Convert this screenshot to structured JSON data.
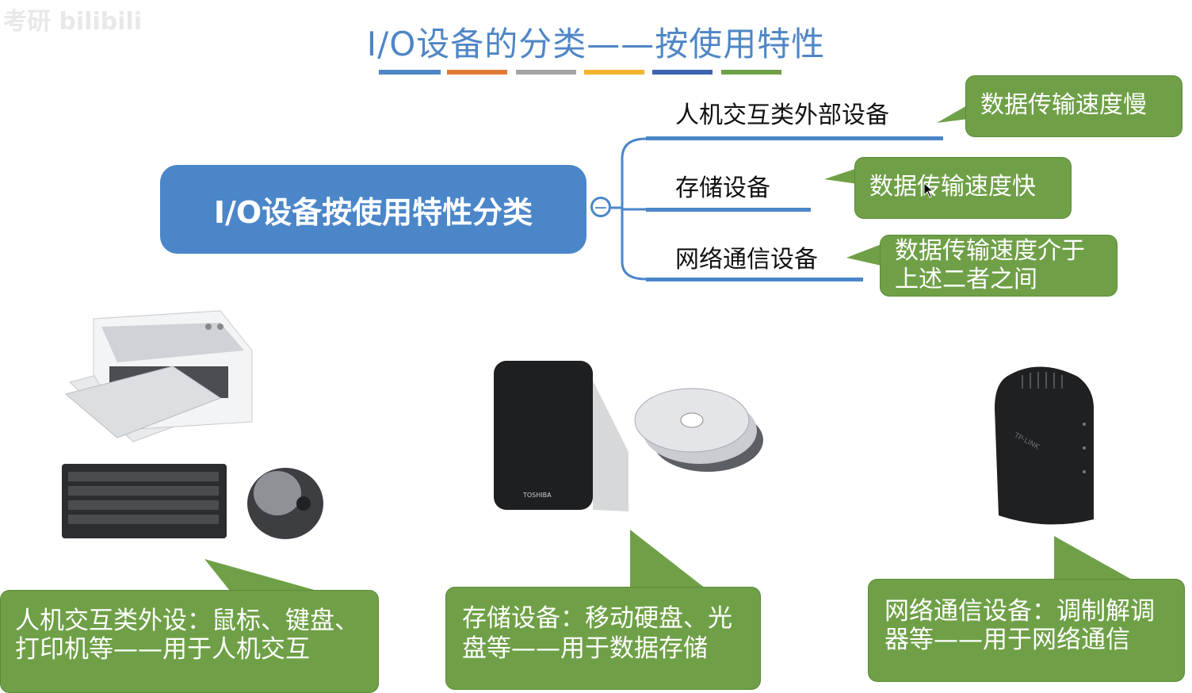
{
  "watermark": "考研 bilibili",
  "title": "I/O设备的分类——按使用特性",
  "stripe_colors": [
    "#4f86c6",
    "#e07b39",
    "#a5a5a5",
    "#f3b530",
    "#3e62b0",
    "#6fa047"
  ],
  "root": {
    "label": "I/O设备按使用特性分类",
    "collapse_symbol": "−"
  },
  "branches": [
    {
      "label": "人机交互类外部设备",
      "note": "数据传输速度慢"
    },
    {
      "label": "存储设备",
      "note": "数据传输速度快"
    },
    {
      "label": "网络通信设备",
      "note": "数据传输速度介于上述二者之间"
    }
  ],
  "bottom_notes": [
    {
      "text": "人机交互类外设：鼠标、键盘、打印机等——用于人机交互"
    },
    {
      "text": "存储设备：移动硬盘、光盘等——用于数据存储"
    },
    {
      "text": "网络通信设备：调制解调器等——用于网络通信"
    }
  ],
  "device_labels": {
    "hdd_brand": "TOSHIBA",
    "router_brand": "TP-LINK"
  },
  "colors": {
    "accent_blue": "#4b86c9",
    "callout_green": "#6fa047"
  }
}
